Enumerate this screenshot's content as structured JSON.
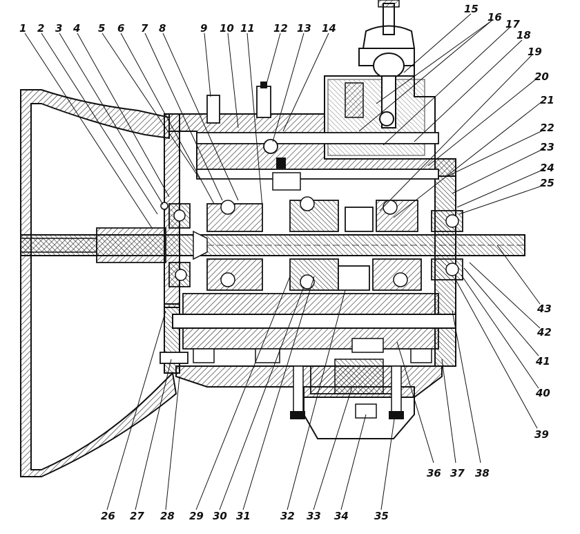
{
  "diagram": {
    "top_labels": [
      "1",
      "2",
      "3",
      "4",
      "5",
      "6",
      "7",
      "8",
      "9",
      "10",
      "11",
      "12",
      "13",
      "14"
    ],
    "top_right_labels": [
      "15",
      "16",
      "17",
      "18",
      "19",
      "20",
      "21",
      "22",
      "23",
      "24",
      "25"
    ],
    "right_labels": [
      "43",
      "42",
      "41",
      "40",
      "39"
    ],
    "bottom_labels": [
      "26",
      "27",
      "28",
      "29",
      "30",
      "31",
      "32",
      "33",
      "34",
      "35",
      "36",
      "37",
      "38"
    ]
  }
}
